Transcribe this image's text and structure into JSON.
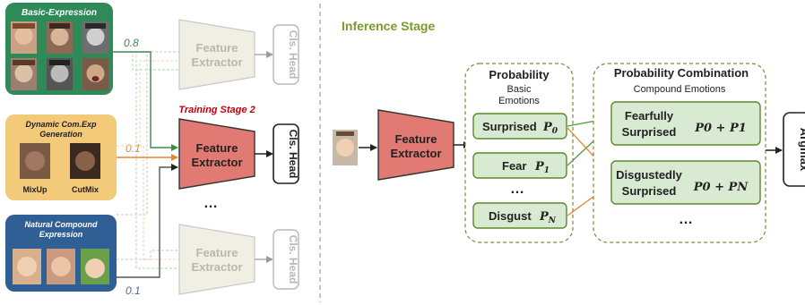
{
  "training": {
    "basic_title": "Basic-Expression",
    "dynamic_title_line1": "Dynamic Com.Exp",
    "dynamic_title_line2": "Generation",
    "mixup": "MixUp",
    "cutmix": "CutMix",
    "natural_title_line1": "Natural Compound",
    "natural_title_line2": "Expression",
    "weight_basic": "0.8",
    "weight_dynamic": "0.1",
    "weight_natural": "0.1",
    "stage_label": "Training Stage 2",
    "fe_line1": "Feature",
    "fe_line2": "Extractor",
    "cls_head": "Cls. Head",
    "ellipsis": "…"
  },
  "inference": {
    "title": "Inference Stage",
    "fe_line1": "Feature",
    "fe_line2": "Extractor",
    "prob_title": "Probability",
    "basic_line1": "Basic",
    "basic_line2": "Emotions",
    "surprised": "Surprised",
    "fear": "Fear",
    "disgust": "Disgust",
    "p0": "P",
    "p0_sub": "0",
    "p1": "P",
    "p1_sub": "1",
    "pn": "P",
    "pn_sub": "N",
    "comb_title": "Probability Combination",
    "compound_label": "Compound Emotions",
    "fearfully_line1": "Fearfully",
    "fearfully_line2": "Surprised",
    "fearfully_formula": "P0 + P1",
    "disgustedly_line1": "Disgustedly",
    "disgustedly_line2": "Surprised",
    "disgustedly_formula": "P0 + PN",
    "argmax": "Argmax",
    "ellipsis": "…"
  },
  "colors": {
    "green_box": "#2e8b57",
    "orange_box": "#f3c97a",
    "blue_box": "#2f5f94",
    "fe_active": "#e07a72",
    "fe_faded": "#f1efe4",
    "light_green": "#d9ead3",
    "dashed_green": "#7a8a3a",
    "arrow_green": "#4a9a3a",
    "arrow_orange": "#e8862a",
    "title_green": "#7a9a2a",
    "stage_red": "#c0000b"
  }
}
